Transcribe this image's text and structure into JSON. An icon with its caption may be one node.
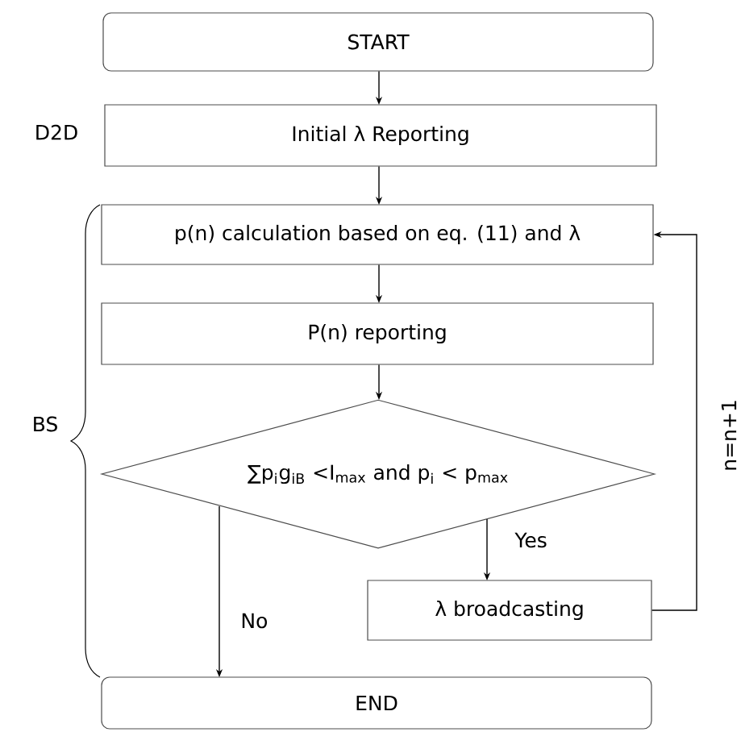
{
  "diagram": {
    "nodes": [
      {
        "text": [
          "START"
        ]
      },
      {
        "text": [
          "Initial λ Reporting"
        ],
        "beside": [
          "D2D"
        ]
      },
      {
        "text": [
          "p(n) calculation based on eq. (11) and λ"
        ]
      },
      {
        "text": [
          "P(n) reporting"
        ]
      },
      {
        "text": [
          "∑p$_{i}$g$_{iB}$ <I$_{max}$ and p$_{i}$ < p$_{max}$"
        ]
      },
      {
        "text": [
          "λ broadcasting"
        ]
      },
      {
        "text": [
          "END"
        ]
      }
    ],
    "edges": [
      {
        "from": 0,
        "to": 1,
        "arrow": "to"
      },
      {
        "from": 1,
        "to": 2,
        "arrow": "to"
      },
      {
        "from": 2,
        "to": 3,
        "arrow": "to"
      },
      {
        "from": 3,
        "to": 4,
        "arrow": "to"
      },
      {
        "from": 4,
        "to": 5,
        "arrow": "to",
        "label": "Yes"
      },
      {
        "from": 4,
        "to": 6,
        "arrow": "to",
        "label": "No"
      },
      {
        "from": 5,
        "to": 2,
        "arrow": "to",
        "label": "n=n+1"
      }
    ],
    "labels": [
      "BS"
    ]
  }
}
